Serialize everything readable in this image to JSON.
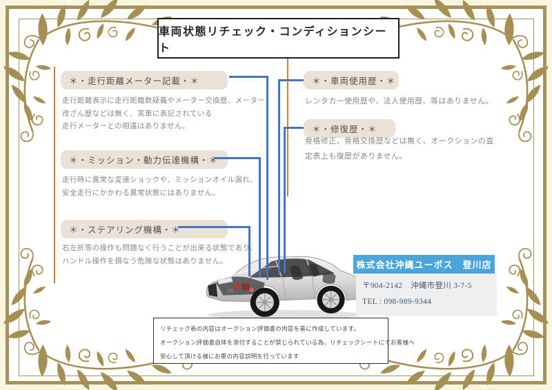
{
  "title": "車両状態リチェック・コンディションシート",
  "left_sections": [
    {
      "header": "＊・走行距離メーター記載・＊",
      "lines": [
        "走行距離表示に走行距離数疑義やメーター交換歴、メーター",
        "改ざん歴などは無く、実車に表記されている",
        "走行メーターとの相違はありません。"
      ]
    },
    {
      "header": "＊・ミッション・動力伝達機構・＊",
      "lines": [
        "走行時に異常な変速ショックや、ミッションオイル漏れ、",
        "安全走行にかかわる異常状態にはありません。"
      ]
    },
    {
      "header": "＊・ステアリング機構・＊",
      "lines": [
        "右左折等の操作も問題なく行うことが出来る状態であり、",
        "ハンドル操作を損なう危険な状態はありません。"
      ]
    }
  ],
  "right_sections": [
    {
      "header": "＊・車両使用歴・＊",
      "lines": [
        "レンタカー使用歴や、法人使用歴、等はありません。"
      ]
    },
    {
      "header": "＊・修復歴・＊",
      "lines": [
        "骨格修正、骨格交換歴などは無く、オークションの査",
        "定表上も復歴がありません。"
      ]
    }
  ],
  "dealer": {
    "name": "株式会社沖縄ユーポス　登川店",
    "address": "〒904-2142　沖縄市登川 3-7-5",
    "tel": "TEL : 098-989-9344"
  },
  "note_lines": [
    "リチェック表の内容はオークション評価書の内容を基に作成しています。",
    "オークション評価書自体を添付することが禁じられている為、リチェックシートにてお客様へ",
    "安心して頂ける様にお車の内容説明を行っています"
  ],
  "colors": {
    "connector_blue": "#4472c4",
    "accent_orange": "#ed7424",
    "frame_gold": "#a6925a",
    "flourish_gold": "#a68f52",
    "section_bar_beige": "#eae1d7",
    "dealer_blue": "#4aa5db"
  }
}
